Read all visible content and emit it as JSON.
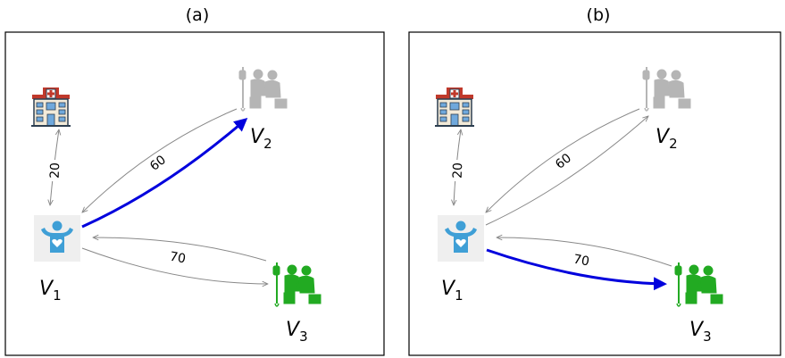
{
  "panels": [
    {
      "title": "(a)",
      "nodes": {
        "v1": {
          "label_main": "V",
          "label_sub": "1"
        },
        "v2": {
          "label_main": "V",
          "label_sub": "2"
        },
        "v3": {
          "label_main": "V",
          "label_sub": "3"
        }
      },
      "edges": {
        "hospital_v1": "20",
        "v1_v2": "60",
        "v1_v3": "70"
      },
      "highlighted_edge": "v1-to-v2"
    },
    {
      "title": "(b)",
      "nodes": {
        "v1": {
          "label_main": "V",
          "label_sub": "1"
        },
        "v2": {
          "label_main": "V",
          "label_sub": "2"
        },
        "v3": {
          "label_main": "V",
          "label_sub": "3"
        }
      },
      "edges": {
        "hospital_v1": "20",
        "v1_v2": "60",
        "v1_v3": "70"
      },
      "highlighted_edge": "v1-to-v3"
    }
  ],
  "colors": {
    "highlight": "#0000dd",
    "edge": "#888888",
    "v2_icon": "#b5b5b5",
    "v3_icon": "#22aa22",
    "patient_icon": "#3f9fd6",
    "hospital_roof": "#c0392b"
  },
  "icons": [
    "hospital-icon",
    "patient-icon",
    "doctor-consult-gray-icon",
    "doctor-consult-green-icon"
  ]
}
